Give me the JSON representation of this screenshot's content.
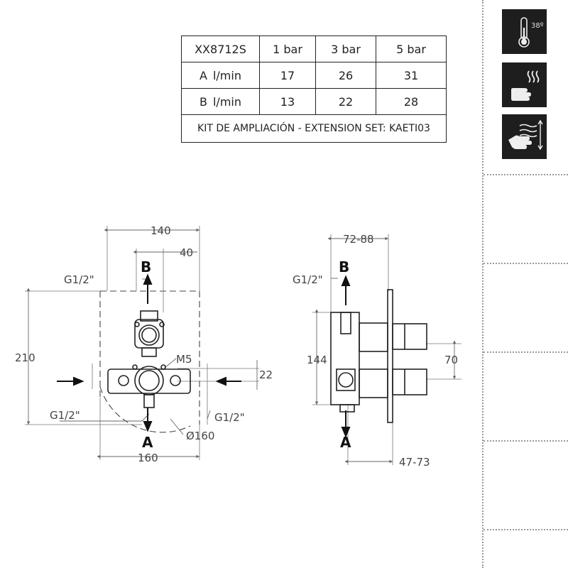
{
  "table": {
    "header": [
      "XX8712S",
      "1 bar",
      "3 bar",
      "5 bar"
    ],
    "rows": [
      {
        "port": "A",
        "unit": "l/min",
        "values": [
          "17",
          "26",
          "31"
        ]
      },
      {
        "port": "B",
        "unit": "l/min",
        "values": [
          "13",
          "22",
          "28"
        ]
      }
    ],
    "footer": "KIT DE AMPLIACIÓN - EXTENSION SET: KAETI03"
  },
  "icons": {
    "thermometer": {
      "name": "thermometer-icon",
      "label": "38º"
    },
    "hand_hot": {
      "name": "hand-hot-water-icon"
    },
    "hand_flow": {
      "name": "hand-flow-adjust-icon"
    }
  },
  "front_view": {
    "dim_width_top": "140",
    "dim_offset": "40",
    "dim_height": "210",
    "dim_spacing": "22",
    "dim_width_bottom": "160",
    "dim_diameter": "Ø160",
    "thread_top": "G1/2\"",
    "thread_left": "G1/2\"",
    "thread_right": "G1/2\"",
    "screw": "M5",
    "outlet_top": "B",
    "outlet_bottom": "A"
  },
  "side_view": {
    "dim_depth_top": "72-88",
    "dim_height": "144",
    "dim_spacing": "70",
    "dim_depth_bottom": "47-73",
    "thread_top": "G1/2\"",
    "outlet_top": "B",
    "outlet_bottom": "A"
  }
}
